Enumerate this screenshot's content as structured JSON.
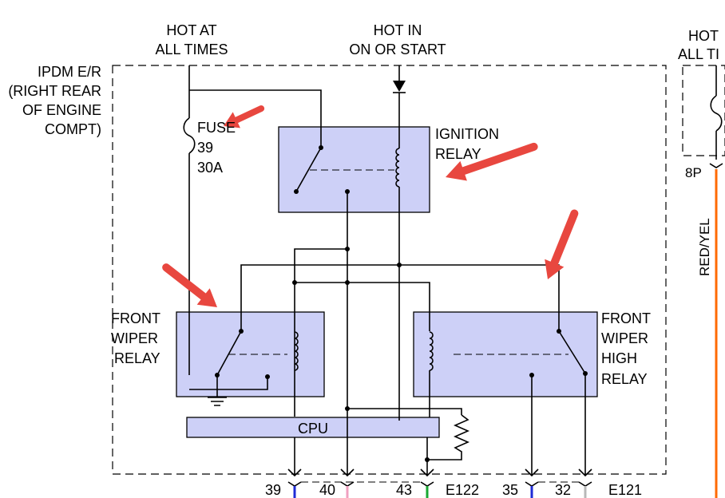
{
  "diagram": {
    "module_label": [
      "IPDM E/R",
      "(RIGHT REAR",
      "OF ENGINE",
      "COMPT)"
    ],
    "supply_always": [
      "HOT AT",
      "ALL TIMES"
    ],
    "supply_ign": [
      "HOT IN",
      "ON OR START"
    ],
    "supply_right": [
      "HOT",
      "ALL TI"
    ],
    "fuse": [
      "FUSE",
      "39",
      "30A"
    ],
    "ignition_relay": [
      "IGNITION",
      "RELAY"
    ],
    "front_wiper_relay": [
      "FRONT",
      "WIPER",
      "RELAY"
    ],
    "front_wiper_high_relay": [
      "FRONT",
      "WIPER",
      "HIGH",
      "RELAY"
    ],
    "cpu_label": "CPU",
    "right_connector": "8P",
    "right_wire_color": "RED/YEL",
    "pins": [
      "39",
      "40",
      "43",
      "35",
      "32"
    ],
    "connector_e122": "E122",
    "connector_e121": "E121",
    "colors": {
      "module_fill": "#dcdcfa",
      "relay_fill": "#cdd0f7",
      "cpu_fill": "#cdd0f7",
      "arrow": "#e8473f",
      "wire_blue": "#1f2bd6",
      "wire_pink": "#f0a0c0",
      "wire_green": "#19a832",
      "wire_gray": "#b8b8b8",
      "wire_red_yel": "#ff6a00"
    }
  }
}
